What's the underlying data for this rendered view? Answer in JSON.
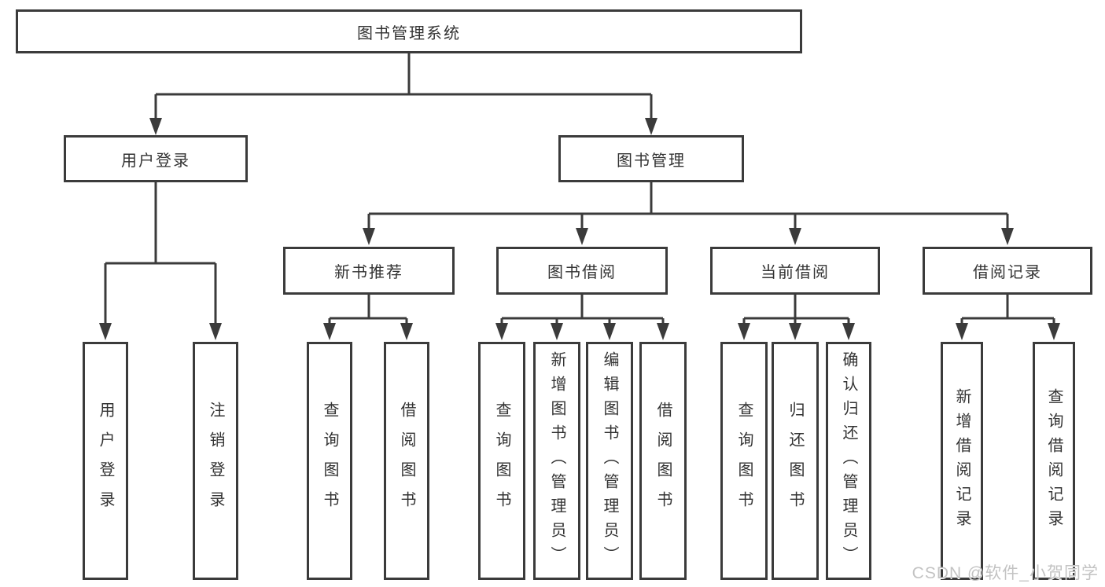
{
  "colors": {
    "line": "#3b3b3b",
    "text": "#333333",
    "watermark": "#c3c3c3"
  },
  "tree": {
    "root": "图书管理系统",
    "branches": [
      {
        "label": "用户登录",
        "children": [
          "用户登录",
          "注销登录"
        ]
      },
      {
        "label": "图书管理",
        "groups": [
          {
            "label": "新书推荐",
            "children": [
              "查询图书",
              "借阅图书"
            ]
          },
          {
            "label": "图书借阅",
            "children": [
              "查询图书",
              "新增图书（管理员）",
              "编辑图书（管理员）",
              "借阅图书"
            ]
          },
          {
            "label": "当前借阅",
            "children": [
              "查询图书",
              "归还图书",
              "确认归还（管理员）"
            ]
          },
          {
            "label": "借阅记录",
            "children": [
              "新增借阅记录",
              "查询借阅记录"
            ]
          }
        ]
      }
    ]
  },
  "watermark": "CSDN @软件_小贺同学"
}
